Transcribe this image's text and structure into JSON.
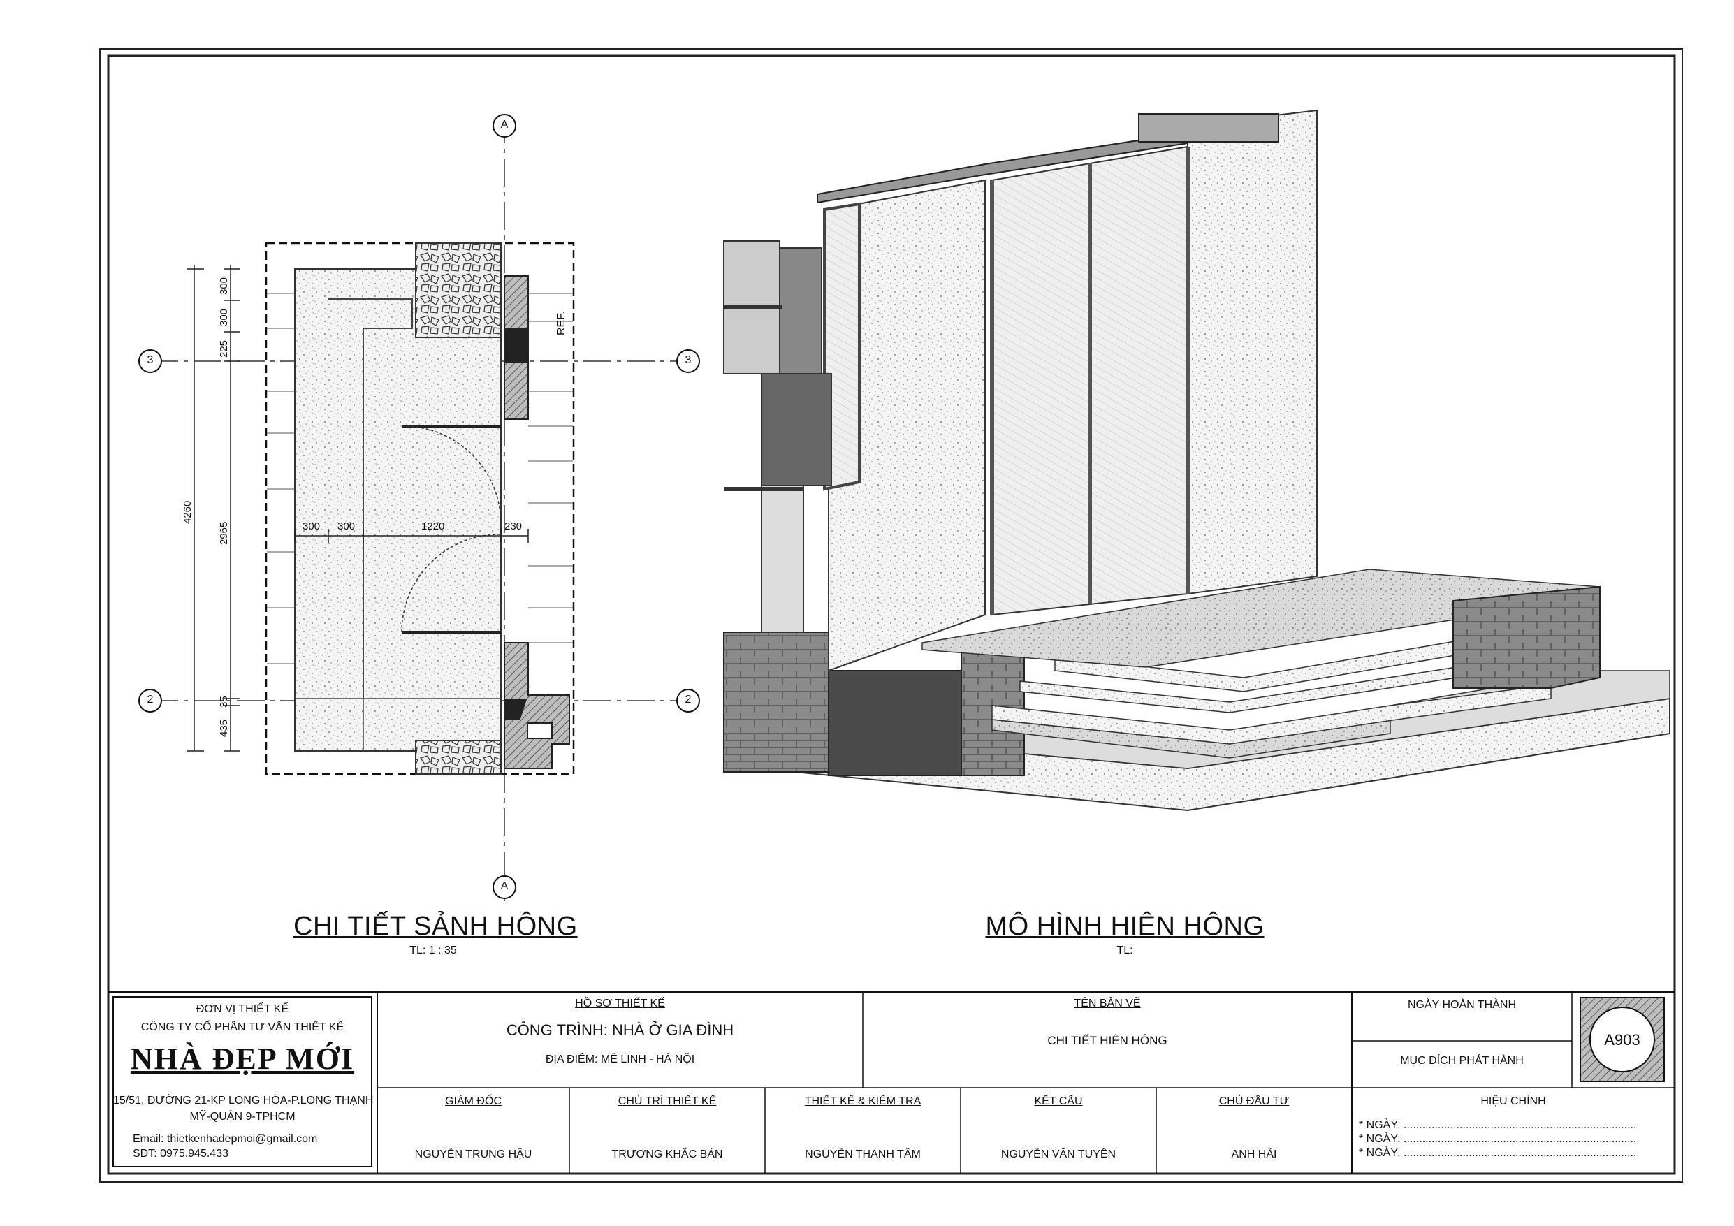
{
  "drawings": {
    "plan": {
      "title": "CHI TIẾT SẢNH HÔNG",
      "scale": "TL: 1 : 35",
      "dims": {
        "v300a": "300",
        "v300b": "300",
        "v225": "225",
        "v2965": "2965",
        "v4260": "4260",
        "v35": "35",
        "v435": "435",
        "h300a": "300",
        "h300b": "300",
        "h1220": "1220",
        "h230": "230"
      },
      "grid": {
        "a": "A",
        "three": "3",
        "two": "2"
      },
      "ref": "REF."
    },
    "model": {
      "title": "MÔ HÌNH HIÊN HÔNG",
      "scale": "TL:"
    }
  },
  "title_block": {
    "designer": {
      "heading": "ĐƠN VỊ THIẾT KẾ",
      "company": "CÔNG TY CỔ PHẦN TƯ VẤN THIẾT KẾ",
      "brand": "NHÀ ĐẸP MỚI",
      "address1": "15/51, ĐƯỜNG 21-KP LONG HÒA-P.LONG THẠNH",
      "address2": "MỸ-QUẬN 9-TPHCM",
      "email": "Email: thietkenhadepmoi@gmail.com",
      "phone": "SĐT: 0975.945.433"
    },
    "project": {
      "heading": "HỒ SƠ THIẾT KẾ",
      "name": "CÔNG TRÌNH: NHÀ Ở GIA ĐÌNH",
      "location": "ĐỊA ĐIỂM: MÊ LINH -  HÀ NỘI"
    },
    "drawing_name": {
      "heading": "TÊN BẢN VẼ",
      "value": "CHI TIẾT HIÊN HÔNG"
    },
    "completion_label": "NGÀY HOÀN THÀNH",
    "purpose_label": "MỤC ĐÍCH PHÁT HÀNH",
    "sheet_no": "A903",
    "revision": {
      "heading": "HIỆU CHỈNH",
      "lines": [
        "* NGÀY: ...........................................................................",
        "* NGÀY: ...........................................................................",
        "* NGÀY: ..........................................................................."
      ]
    },
    "roles": [
      {
        "role": "GIÁM ĐỐC",
        "name": "NGUYỄN TRUNG HẬU"
      },
      {
        "role": "CHỦ TRÌ THIẾT KẾ",
        "name": "TRƯƠNG KHẮC BẢN"
      },
      {
        "role": "THIẾT KẾ & KIỂM TRA",
        "name": "NGUYỄN THANH TÂM"
      },
      {
        "role": "KẾT CẤU",
        "name": "NGUYỄN VĂN TUYỀN"
      },
      {
        "role": "CHỦ ĐẦU TƯ",
        "name": "ANH HẢI"
      }
    ]
  }
}
